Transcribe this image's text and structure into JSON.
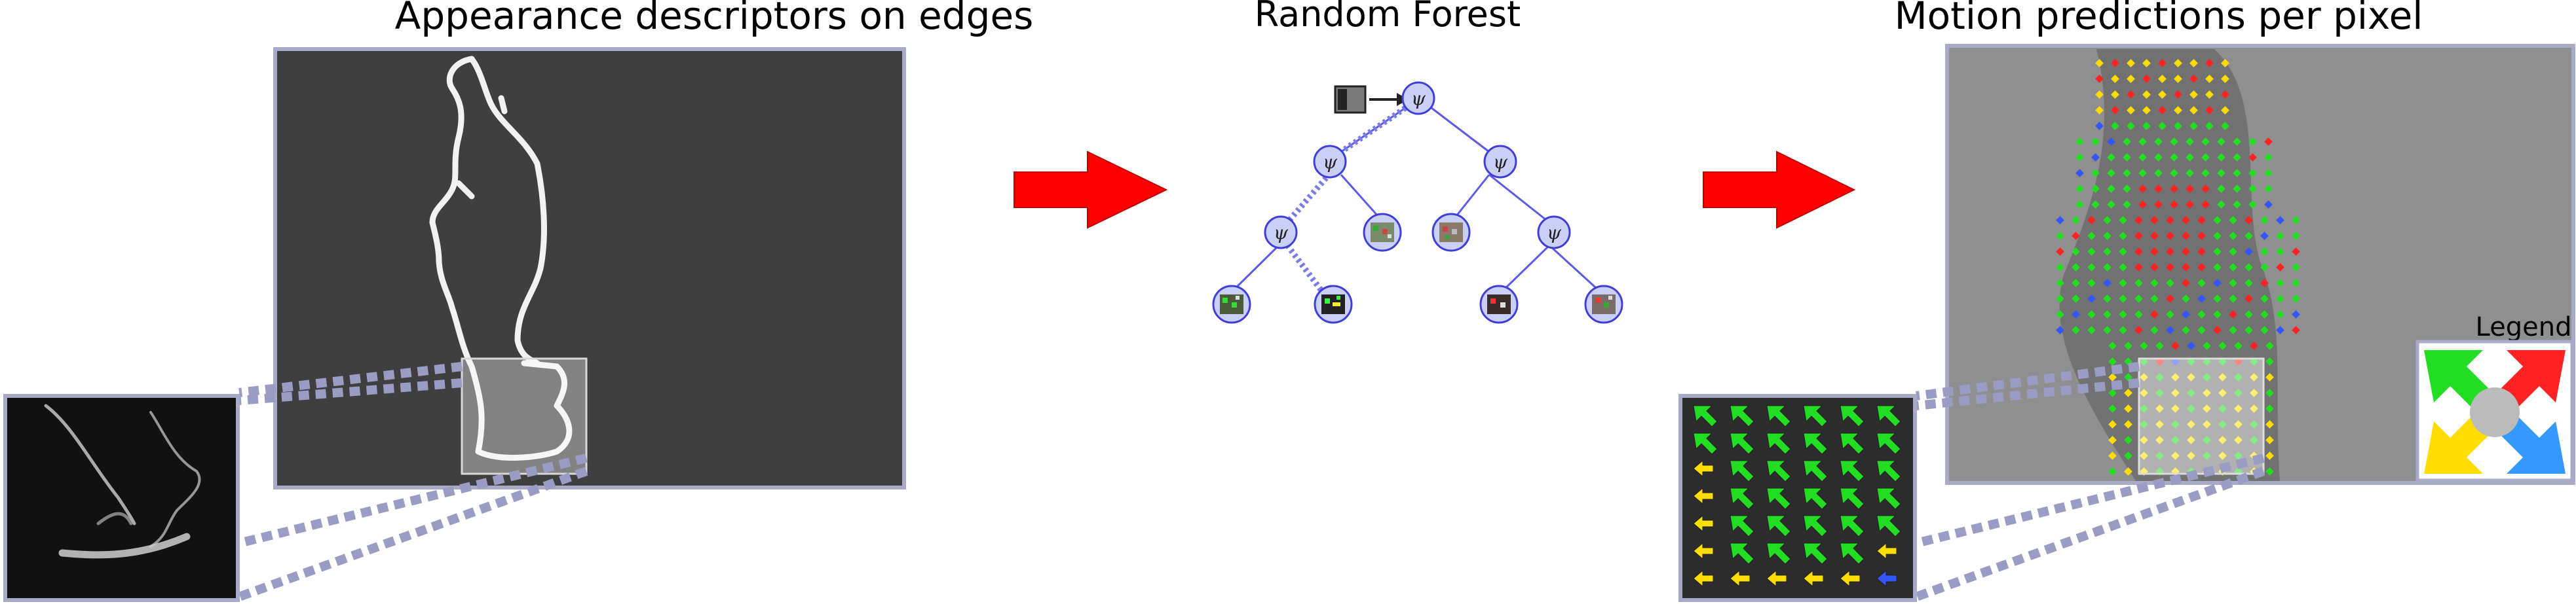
{
  "panels": {
    "edges": {
      "title": "Appearance descriptors on edges"
    },
    "forest": {
      "title": "Random Forest",
      "node_symbol": "ψ"
    },
    "motion": {
      "title": "Motion predictions per pixel",
      "legend_title": "Legend"
    }
  },
  "colors": {
    "background_dark": "#3f3f3f",
    "frame_border": "#a9a9c8",
    "connector": "#9a9cc4",
    "arrow_red": "#ff0000",
    "node_fill": "#c9cff5",
    "node_stroke": "#3f3fd8",
    "motion_green": "#22dd22",
    "motion_yellow": "#ffdd00",
    "motion_red": "#ff2222",
    "motion_blue": "#3355ff",
    "legend_gray": "#bbbbbb"
  },
  "icons": {
    "flow_arrow": "right-arrow-icon",
    "edge_patch": "edge-patch-icon",
    "legend": "direction-color-wheel-icon"
  }
}
